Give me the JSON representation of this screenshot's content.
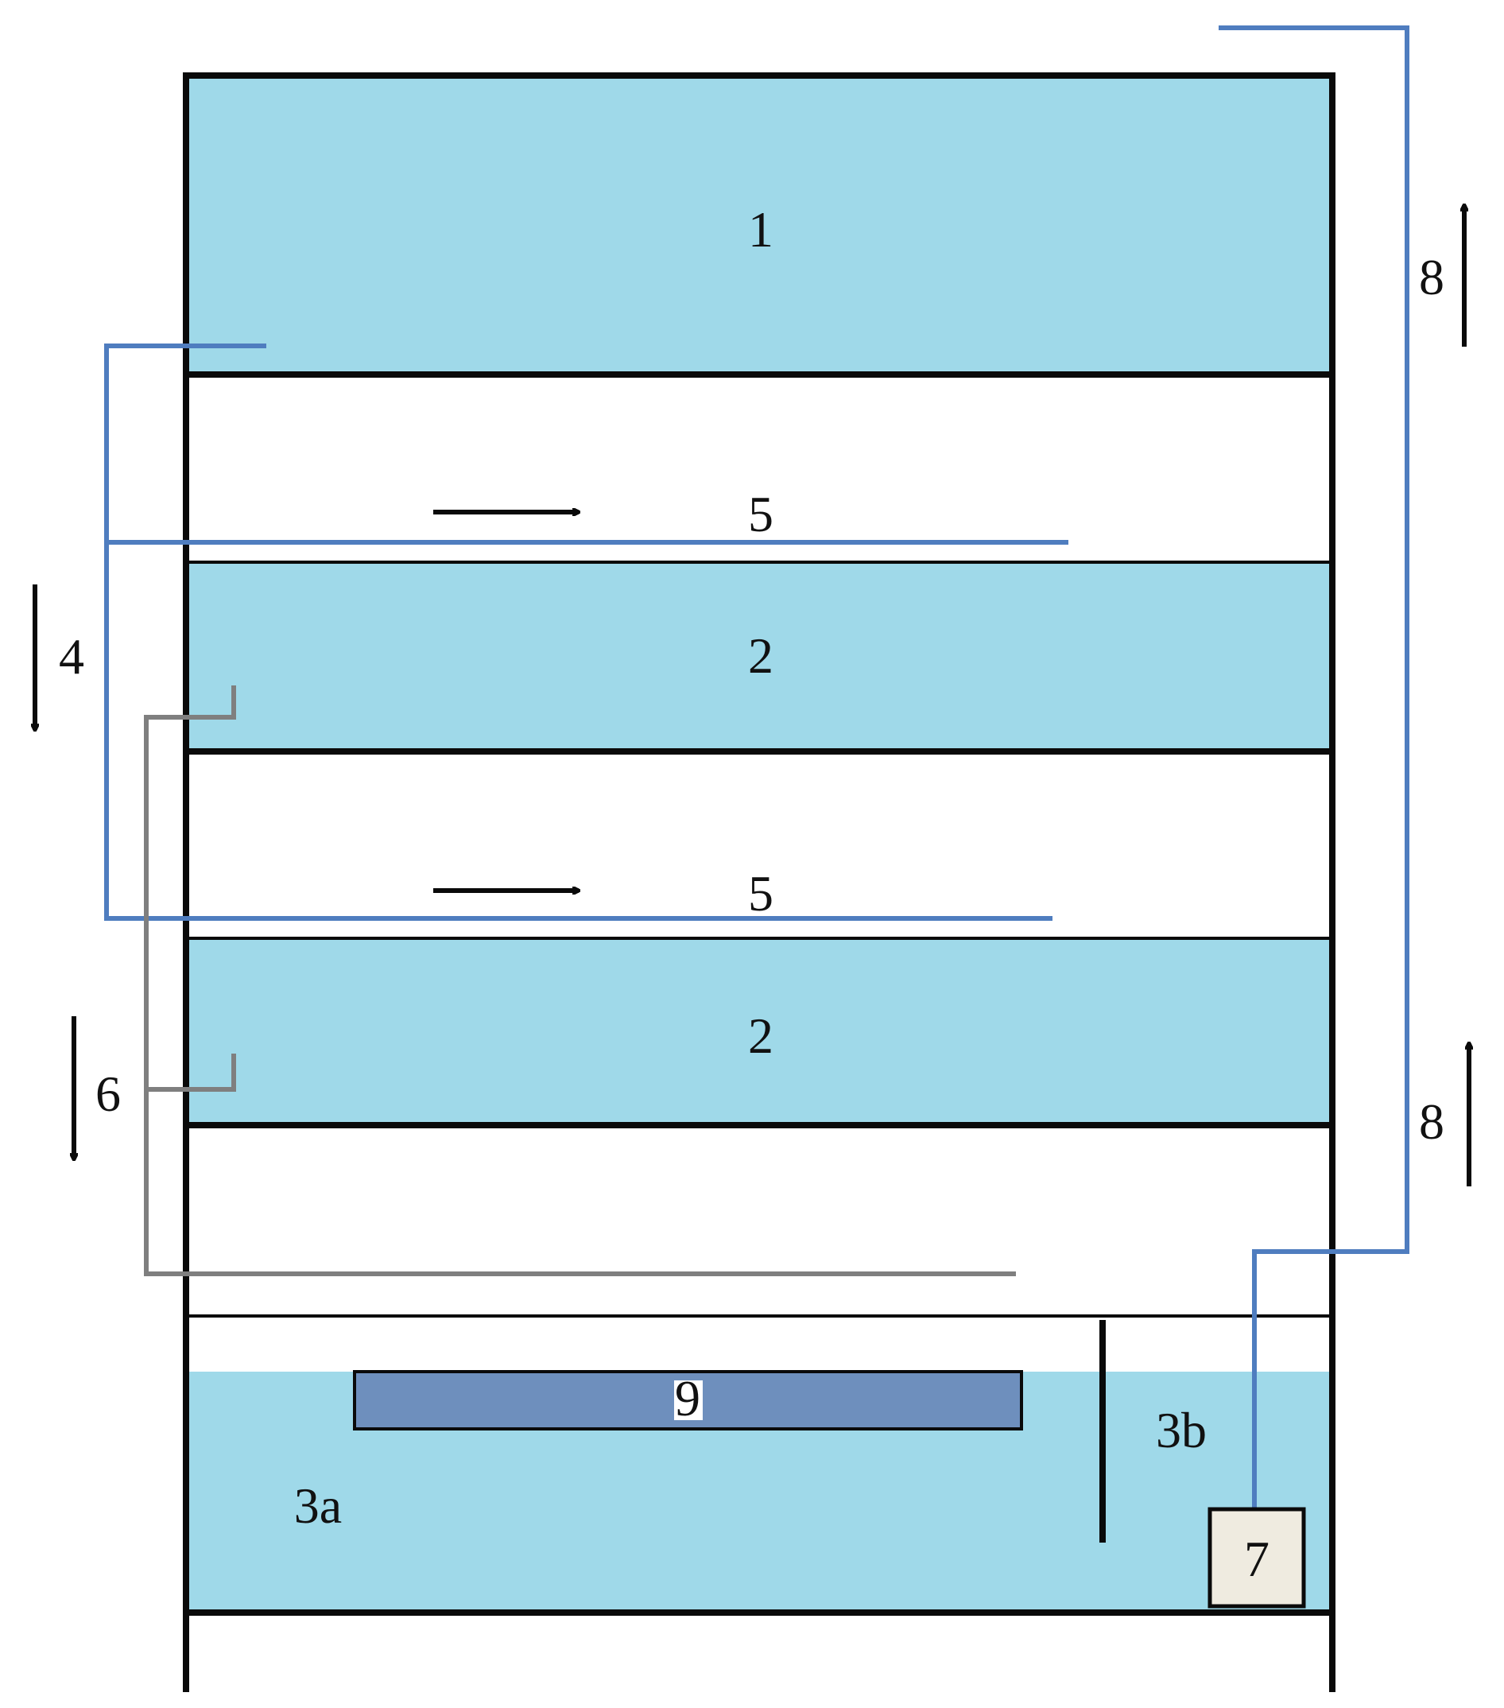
{
  "labels": {
    "tier_top": "1",
    "tier_mid": "2",
    "tier_lower": "2",
    "gap_upper": "5",
    "gap_lower": "5",
    "flow_left_upper": "4",
    "flow_left_lower": "6",
    "flow_right_upper": "8",
    "flow_right_lower": "8",
    "sump_left": "3a",
    "sump_right": "3b",
    "pump": "7",
    "heater": "9"
  },
  "colors": {
    "water": "#9fd9e9",
    "frame": "#0a0a0a",
    "blue_pipe": "#4f7dbf",
    "gray_pipe": "#7f7f7f",
    "heater_fill": "#6e8fbd",
    "pump_fill": "#efebe0"
  },
  "icons": {
    "arrow_right": "arrow-right-icon",
    "arrow_down": "arrow-down-icon",
    "arrow_up": "arrow-up-icon"
  }
}
